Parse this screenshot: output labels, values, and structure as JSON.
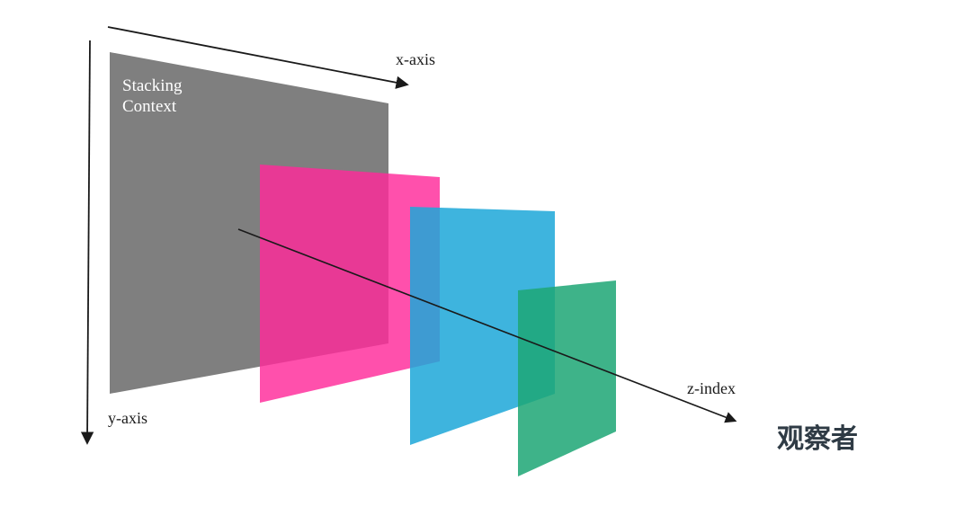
{
  "labels": {
    "x_axis": "x-axis",
    "y_axis": "y-axis",
    "z_index": "z-index",
    "stacking_context_line1": "Stacking",
    "stacking_context_line2": "Context",
    "observer": "观察者"
  },
  "colors": {
    "stacking_context": "#7f7f7f",
    "pink_panel": "#ff2a9a",
    "blue_panel": "#1ea8d8",
    "green_panel": "#1ea776",
    "axis": "#1a1a1a",
    "observer_text": "#2f3b45"
  }
}
